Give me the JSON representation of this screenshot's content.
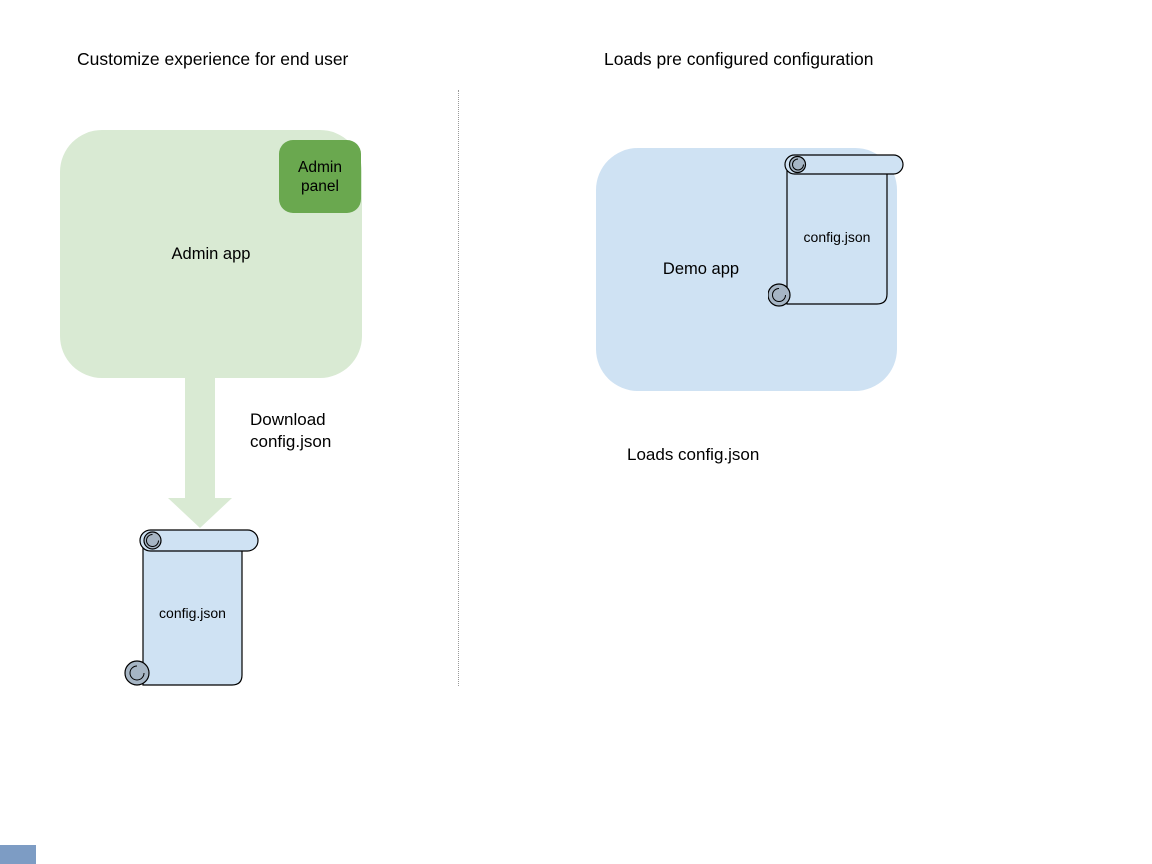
{
  "titles": {
    "left": "Customize experience for end user",
    "right": "Loads pre configured configuration"
  },
  "left_flow": {
    "admin_app_label": "Admin app",
    "admin_panel_label": "Admin panel",
    "arrow_caption": "Download\nconfig.json",
    "config_file_label": "config.json"
  },
  "right_flow": {
    "demo_app_label": "Demo app",
    "config_file_label": "config.json",
    "caption": "Loads config.json"
  },
  "colors": {
    "light_green": "#d9ead3",
    "dark_green": "#6aa84f",
    "light_blue": "#cfe2f3",
    "curl_gray": "#a6b5c4",
    "outline": "#000000",
    "divider_gray": "#999999",
    "corner_blue": "#7d9cc4",
    "background": "#ffffff",
    "text": "#000000"
  }
}
